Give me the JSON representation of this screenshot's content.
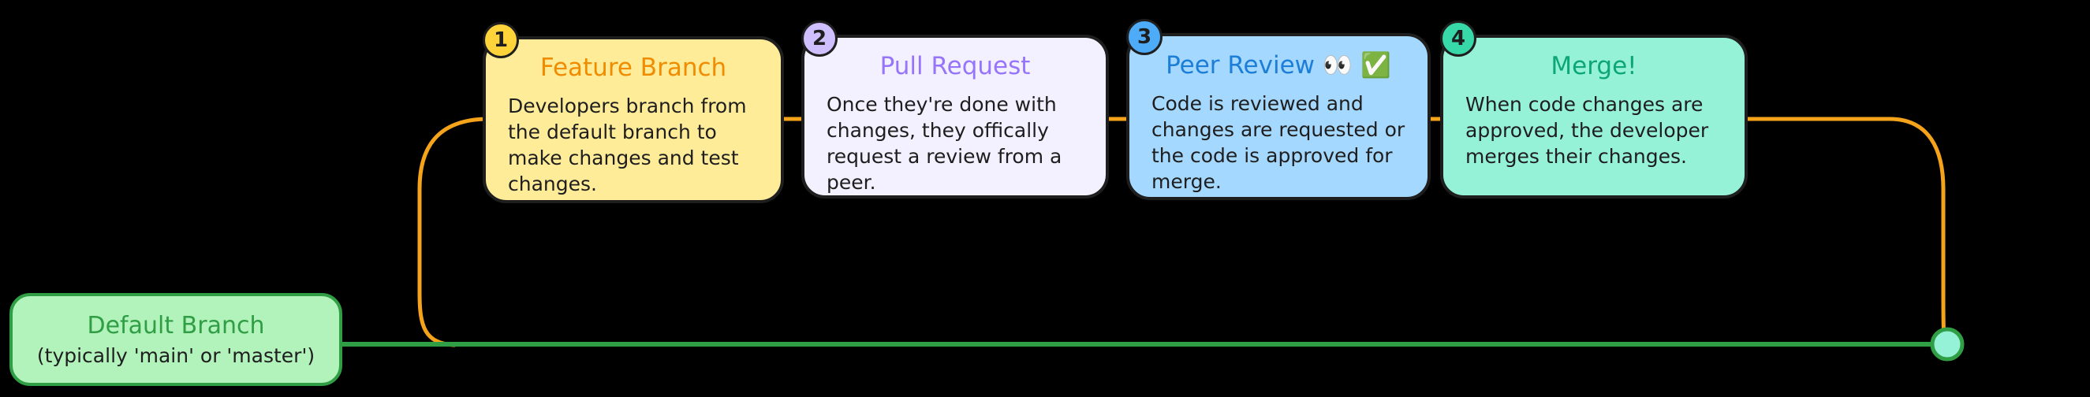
{
  "canvas": {
    "background": "#000000"
  },
  "default_branch": {
    "title": "Default Branch",
    "subtitle": "(typically 'main' or 'master')",
    "fill": "#b2f2bb",
    "border_color": "#2f9e44",
    "title_color": "#2f9e44",
    "subtitle_color": "#1e1e1e"
  },
  "lines": {
    "main_branch_color": "#2f9e44",
    "feature_branch_color": "#f5a31a",
    "merge_node_fill": "#96f2d7",
    "merge_node_stroke": "#2f9e44"
  },
  "cards": [
    {
      "number": "1",
      "title": "Feature Branch",
      "body": "Developers branch from the default branch to make changes and test changes.",
      "fill": "#ffec99",
      "badge_fill": "#ffd43b",
      "title_color": "#f08c00",
      "border_color": "#1e1e1e"
    },
    {
      "number": "2",
      "title": "Pull Request",
      "body": "Once they're done with changes, they offically request a review from a peer.",
      "fill": "#f3f0ff",
      "badge_fill": "#d0bfff",
      "title_color": "#9775fa",
      "border_color": "#1e1e1e"
    },
    {
      "number": "3",
      "title": "Peer Review 👀 ✅",
      "body": "Code is reviewed and changes are requested or the code is approved for merge.",
      "fill": "#a5d8ff",
      "badge_fill": "#4dabf7",
      "title_color": "#1c7ed6",
      "border_color": "#1e1e1e"
    },
    {
      "number": "4",
      "title": "Merge!",
      "body": "When code changes are approved, the developer merges their changes.",
      "fill": "#96f2d7",
      "badge_fill": "#38d9a9",
      "title_color": "#0ca678",
      "border_color": "#1e1e1e"
    }
  ]
}
